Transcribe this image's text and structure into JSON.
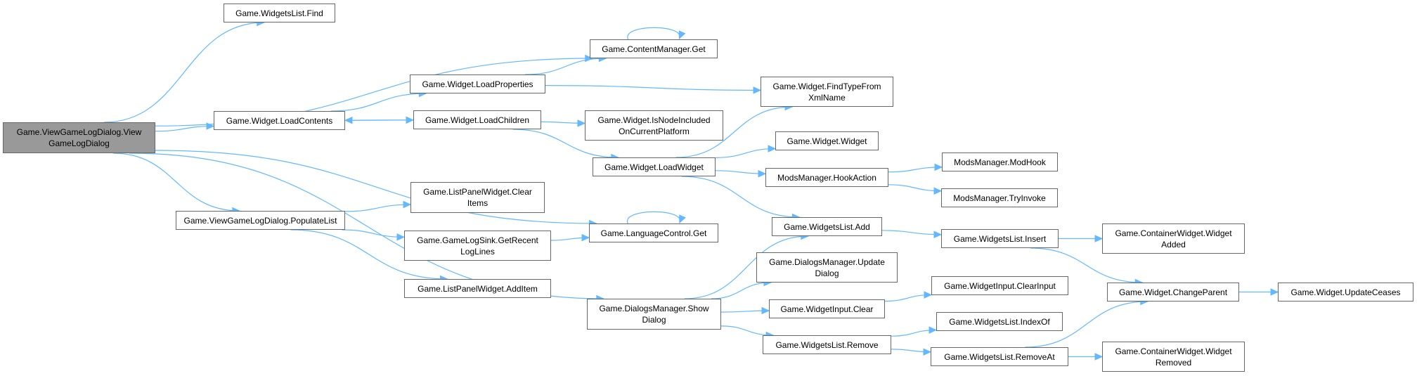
{
  "graph": {
    "title": "Call graph of Game.ViewGameLogDialog.ViewGameLogDialog",
    "colors": {
      "edge": "#63b8ff",
      "root_fill": "#999999",
      "node_fill": "#ffffff",
      "node_border": "#666666"
    },
    "nodes": [
      {
        "id": "root",
        "label": "Game.ViewGameLogDialog.View\nGameLogDialog",
        "root": true
      },
      {
        "id": "find",
        "label": "Game.WidgetsList.Find"
      },
      {
        "id": "cmget",
        "label": "Game.ContentManager.Get"
      },
      {
        "id": "loadprops",
        "label": "Game.Widget.LoadProperties"
      },
      {
        "id": "loadcontents",
        "label": "Game.Widget.LoadContents"
      },
      {
        "id": "loadchildren",
        "label": "Game.Widget.LoadChildren"
      },
      {
        "id": "findtype",
        "label": "Game.Widget.FindTypeFrom\nXmlName"
      },
      {
        "id": "isnode",
        "label": "Game.Widget.IsNodeIncluded\nOnCurrentPlatform"
      },
      {
        "id": "widget",
        "label": "Game.Widget.Widget"
      },
      {
        "id": "loadwidget",
        "label": "Game.Widget.LoadWidget"
      },
      {
        "id": "hookaction",
        "label": "ModsManager.HookAction"
      },
      {
        "id": "modhook",
        "label": "ModsManager.ModHook"
      },
      {
        "id": "tryinvoke",
        "label": "ModsManager.TryInvoke"
      },
      {
        "id": "populate",
        "label": "Game.ViewGameLogDialog.PopulateList"
      },
      {
        "id": "clearitems",
        "label": "Game.ListPanelWidget.Clear\nItems"
      },
      {
        "id": "getrecent",
        "label": "Game.GameLogSink.GetRecent\nLogLines"
      },
      {
        "id": "additem",
        "label": "Game.ListPanelWidget.AddItem"
      },
      {
        "id": "langget",
        "label": "Game.LanguageControl.Get"
      },
      {
        "id": "showdialog",
        "label": "Game.DialogsManager.Show\nDialog"
      },
      {
        "id": "wladd",
        "label": "Game.WidgetsList.Add"
      },
      {
        "id": "updatedialog",
        "label": "Game.DialogsManager.Update\nDialog"
      },
      {
        "id": "wiclear",
        "label": "Game.WidgetInput.Clear"
      },
      {
        "id": "wlremove",
        "label": "Game.WidgetsList.Remove"
      },
      {
        "id": "wlinsert",
        "label": "Game.WidgetsList.Insert"
      },
      {
        "id": "clearinput",
        "label": "Game.WidgetInput.ClearInput"
      },
      {
        "id": "indexof",
        "label": "Game.WidgetsList.IndexOf"
      },
      {
        "id": "removeat",
        "label": "Game.WidgetsList.RemoveAt"
      },
      {
        "id": "widgetadded",
        "label": "Game.ContainerWidget.Widget\nAdded"
      },
      {
        "id": "changeparent",
        "label": "Game.Widget.ChangeParent"
      },
      {
        "id": "widgetremoved",
        "label": "Game.ContainerWidget.Widget\nRemoved"
      },
      {
        "id": "updateceases",
        "label": "Game.Widget.UpdateCeases"
      }
    ],
    "edges": [
      [
        "root",
        "find"
      ],
      [
        "root",
        "cmget"
      ],
      [
        "root",
        "loadcontents"
      ],
      [
        "root",
        "langget"
      ],
      [
        "root",
        "populate"
      ],
      [
        "root",
        "showdialog"
      ],
      [
        "cmget",
        "cmget"
      ],
      [
        "loadcontents",
        "loadprops"
      ],
      [
        "loadcontents",
        "loadchildren"
      ],
      [
        "loadprops",
        "cmget"
      ],
      [
        "loadprops",
        "findtype"
      ],
      [
        "loadchildren",
        "loadcontents"
      ],
      [
        "loadchildren",
        "isnode"
      ],
      [
        "loadchildren",
        "loadwidget"
      ],
      [
        "loadwidget",
        "findtype"
      ],
      [
        "loadwidget",
        "widget"
      ],
      [
        "loadwidget",
        "hookaction"
      ],
      [
        "loadwidget",
        "wladd"
      ],
      [
        "hookaction",
        "modhook"
      ],
      [
        "hookaction",
        "tryinvoke"
      ],
      [
        "populate",
        "clearitems"
      ],
      [
        "populate",
        "getrecent"
      ],
      [
        "populate",
        "additem"
      ],
      [
        "getrecent",
        "langget"
      ],
      [
        "langget",
        "langget"
      ],
      [
        "showdialog",
        "wladd"
      ],
      [
        "showdialog",
        "updatedialog"
      ],
      [
        "showdialog",
        "wiclear"
      ],
      [
        "showdialog",
        "wlremove"
      ],
      [
        "wladd",
        "wlinsert"
      ],
      [
        "wlinsert",
        "widgetadded"
      ],
      [
        "wlinsert",
        "changeparent"
      ],
      [
        "wiclear",
        "clearinput"
      ],
      [
        "wlremove",
        "indexof"
      ],
      [
        "wlremove",
        "removeat"
      ],
      [
        "removeat",
        "changeparent"
      ],
      [
        "removeat",
        "widgetremoved"
      ],
      [
        "changeparent",
        "updateceases"
      ]
    ]
  }
}
